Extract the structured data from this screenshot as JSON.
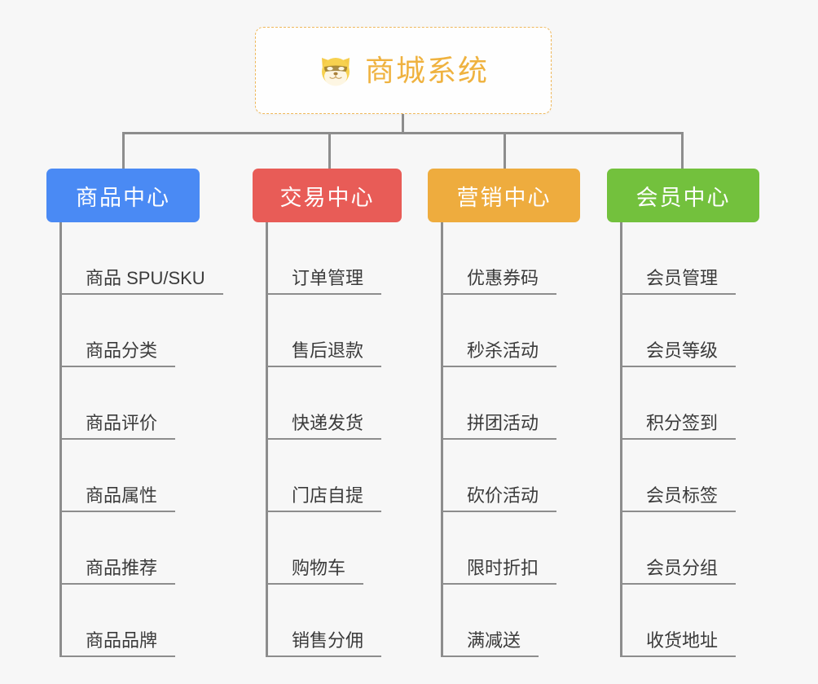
{
  "page": {
    "background_color": "#f7f7f7",
    "line_color": "#8d8d8d",
    "type": "mindmap"
  },
  "root": {
    "title": "商城系统",
    "icon": "shiba-dog-face-icon",
    "text_color": "#efb23f",
    "border_color": "#f0b95c",
    "background_color": "#fefefe"
  },
  "branches": [
    {
      "label": "商品中心",
      "color": "#4a8af4",
      "items": [
        "商品 SPU/SKU",
        "商品分类",
        "商品评价",
        "商品属性",
        "商品推荐",
        "商品品牌"
      ]
    },
    {
      "label": "交易中心",
      "color": "#e85c57",
      "items": [
        "订单管理",
        "售后退款",
        "快递发货",
        "门店自提",
        "购物车",
        "销售分佣"
      ]
    },
    {
      "label": "营销中心",
      "color": "#eeac3e",
      "items": [
        "优惠券码",
        "秒杀活动",
        "拼团活动",
        "砍价活动",
        "限时折扣",
        "满减送"
      ]
    },
    {
      "label": "会员中心",
      "color": "#73c13d",
      "items": [
        "会员管理",
        "会员等级",
        "积分签到",
        "会员标签",
        "会员分组",
        "收货地址"
      ]
    }
  ]
}
